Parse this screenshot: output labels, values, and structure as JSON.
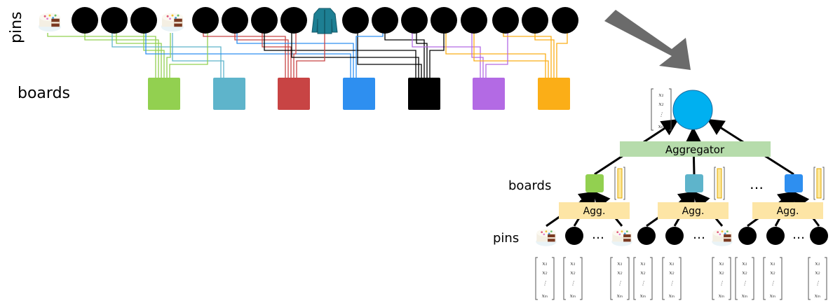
{
  "left_diagram": {
    "pins_label": "pins",
    "boards_label": "boards",
    "board_colors": [
      "#92d050",
      "#5eb4cb",
      "#c84444",
      "#2e8ff0",
      "#000000",
      "#b36ae4",
      "#fbae17"
    ],
    "pin_icons": [
      "cake-icon",
      "dot",
      "dot",
      "dot",
      "cake-icon",
      "dot",
      "dot",
      "dot",
      "dot",
      "jacket-icon",
      "dot",
      "dot",
      "dot",
      "dot",
      "dot",
      "dot",
      "dot",
      "dot"
    ]
  },
  "arrow": {
    "color": "#6b6b6b"
  },
  "right_diagram": {
    "aggregator_label": "Aggregator",
    "agg_label": "Agg.",
    "boards_label": "boards",
    "pins_label": "pins",
    "ellipsis": "…",
    "board_colors": [
      "#92d050",
      "#5eb4cb",
      "#2e8ff0"
    ],
    "output_node_color": "#00b0f0",
    "bar_fill": "#fde89a",
    "bar_stroke": "#e2a900",
    "agg_fill": "#fde5a5",
    "aggregator_fill": "#b6dcab",
    "vector_entries": [
      "x₁",
      "x₂",
      "⋮",
      "xₘ"
    ]
  }
}
